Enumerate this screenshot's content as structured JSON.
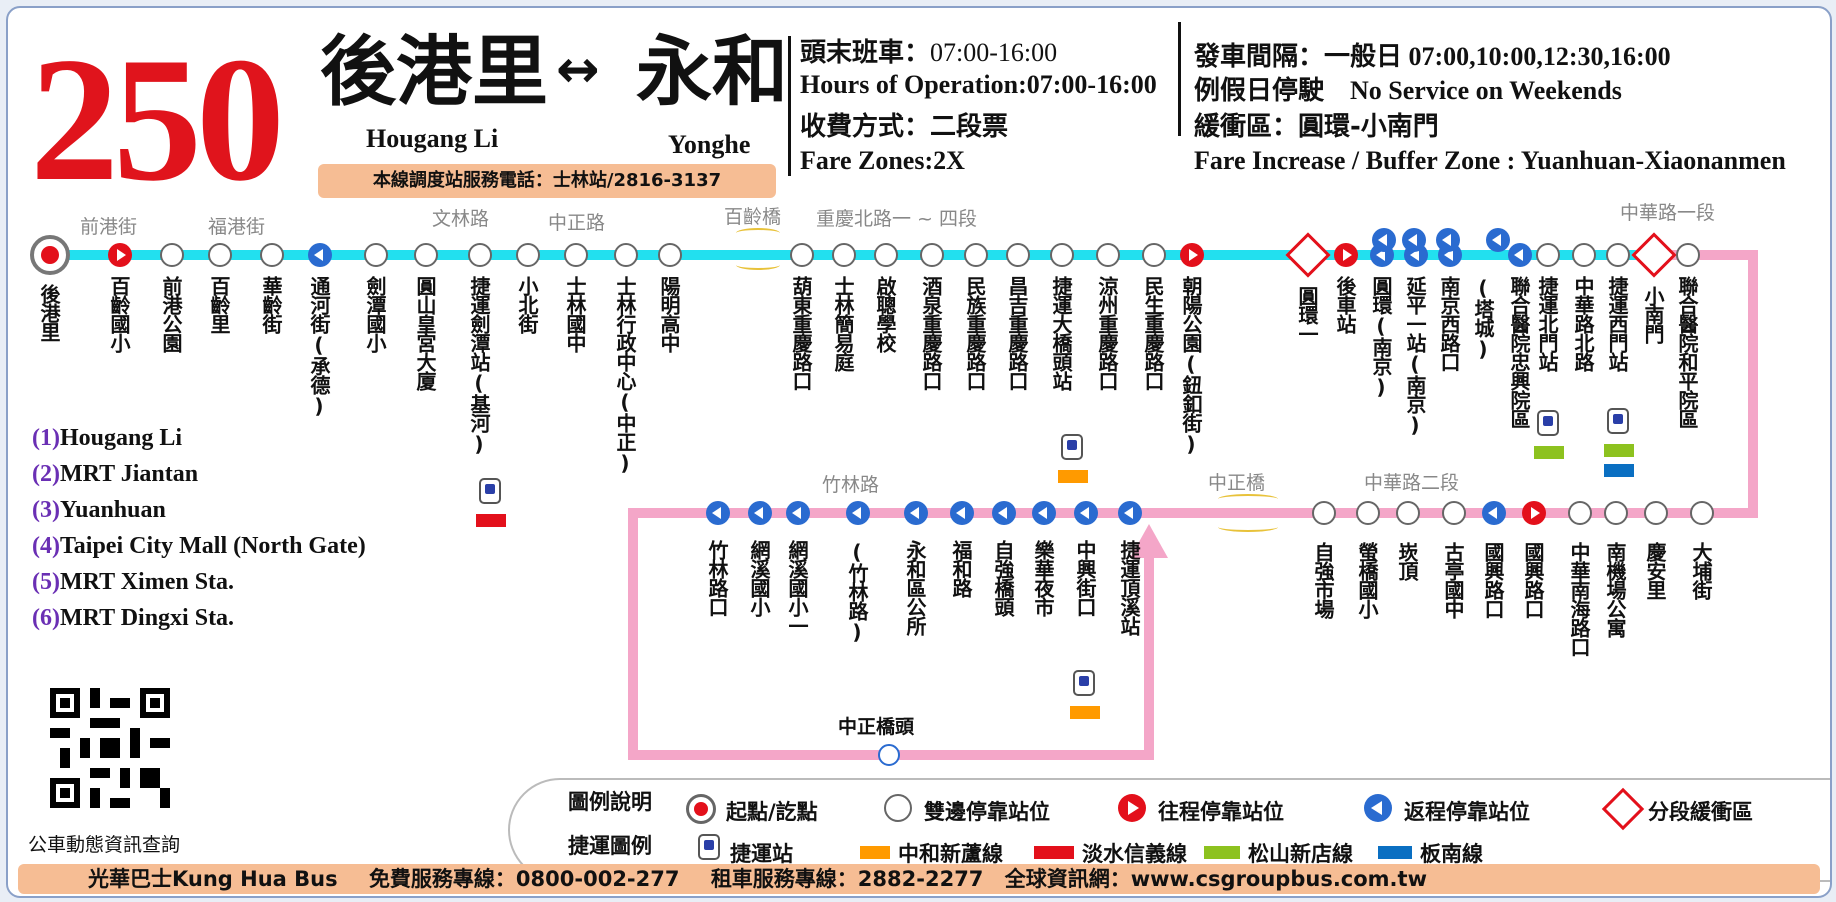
{
  "route": {
    "number": "250",
    "origin_zh": "後港里",
    "destination_zh": "永和",
    "arrow": "↔",
    "origin_en": "Hougang Li",
    "destination_en": "Yonghe",
    "dispatch": "本線調度站服務電話：士林站/2816-3137"
  },
  "info": {
    "first_last_label": "頭末班車：",
    "first_last_value": "07:00-16:00",
    "hours_en": "Hours of Operation:07:00-16:00",
    "fare_label": "收費方式：二段票",
    "fare_en": "Fare Zones:2X",
    "interval_label": "發車間隔：一般日",
    "interval_value": "07:00,10:00,12:30,16:00",
    "weekend_zh": "例假日停駛",
    "weekend_en": "No Service on Weekends",
    "buffer_zh": "緩衝區：圓環-小南門",
    "buffer_en": "Fare Increase / Buffer Zone : Yuanhuan-Xiaonanmen"
  },
  "segments": [
    {
      "id": "s1",
      "text": "前港街"
    },
    {
      "id": "s2",
      "text": "福港街"
    },
    {
      "id": "s3",
      "text": "文林路"
    },
    {
      "id": "s4",
      "text": "中正路"
    },
    {
      "id": "s5",
      "text": "百齡橋"
    },
    {
      "id": "s6",
      "text": "重慶北路一 ~ 四段"
    },
    {
      "id": "s7",
      "text": "中華路一段"
    },
    {
      "id": "s8",
      "text": "竹林路"
    },
    {
      "id": "s9",
      "text": "中正橋"
    },
    {
      "id": "s10",
      "text": "中華路二段"
    },
    {
      "id": "s11",
      "text": "中正橋頭"
    }
  ],
  "top_stops": [
    {
      "name": "後港里",
      "type": "terminal"
    },
    {
      "name": "百齡國小",
      "type": "out"
    },
    {
      "name": "前港公園",
      "type": "both"
    },
    {
      "name": "百齡里",
      "type": "both"
    },
    {
      "name": "華齡街",
      "type": "both"
    },
    {
      "name": "通河街(承德)",
      "type": "ret"
    },
    {
      "name": "劍潭國小",
      "type": "both"
    },
    {
      "name": "圓山皇宮大廈",
      "type": "both"
    },
    {
      "name": "捷運劍潭站(基河)",
      "type": "both"
    },
    {
      "name": "小北街",
      "type": "both"
    },
    {
      "name": "士林國中",
      "type": "both"
    },
    {
      "name": "士林行政中心(中正)",
      "type": "both"
    },
    {
      "name": "陽明高中",
      "type": "both"
    },
    {
      "name": "葫東重慶路口",
      "type": "both"
    },
    {
      "name": "士林簡易庭",
      "type": "both"
    },
    {
      "name": "啟聰學校",
      "type": "both"
    },
    {
      "name": "酒泉重慶路口",
      "type": "both"
    },
    {
      "name": "民族重慶路口",
      "type": "both"
    },
    {
      "name": "昌吉重慶路口",
      "type": "both"
    },
    {
      "name": "捷運大橋頭站",
      "type": "both"
    },
    {
      "name": "涼州重慶路口",
      "type": "both"
    },
    {
      "name": "民生重慶路口",
      "type": "both"
    },
    {
      "name": "朝陽公園(鈕釦街)",
      "type": "out"
    },
    {
      "name": "圓環一",
      "type": "buffer"
    },
    {
      "name": "後車站",
      "type": "out"
    },
    {
      "name": "圓環(南京)",
      "type": "ret"
    },
    {
      "name": "延平一站(南京)",
      "type": "ret"
    },
    {
      "name": "南京西路口",
      "type": "ret"
    },
    {
      "name": "(塔城)",
      "type": "none"
    },
    {
      "name": "聯合醫院忠興院區",
      "type": "ret"
    },
    {
      "name": "捷運北門站",
      "type": "both"
    },
    {
      "name": "中華路北路",
      "type": "both"
    },
    {
      "name": "捷運西門站",
      "type": "both"
    },
    {
      "name": "小南門",
      "type": "buffer"
    },
    {
      "name": "聯合醫院和平院區",
      "type": "both"
    }
  ],
  "bottom_right_stops": [
    {
      "name": "自強市場"
    },
    {
      "name": "螢橋國小"
    },
    {
      "name": "崁頂"
    },
    {
      "name": "古亭國中"
    },
    {
      "name": "國興路口",
      "type": "ret"
    },
    {
      "name": "國興路口",
      "type": "out"
    },
    {
      "name": "中華南海路口"
    },
    {
      "name": "南機場公寓"
    },
    {
      "name": "慶安里"
    },
    {
      "name": "大埔街"
    }
  ],
  "bottom_left_stops": [
    {
      "name": "竹林路口"
    },
    {
      "name": "網溪國小"
    },
    {
      "name": "網溪國小一"
    },
    {
      "name": "(竹林路)"
    },
    {
      "name": "永和區公所"
    },
    {
      "name": "福和路"
    },
    {
      "name": "自強橋頭"
    },
    {
      "name": "樂華夜市"
    },
    {
      "name": "中興街口"
    },
    {
      "name": "捷運頂溪站"
    }
  ],
  "landmarks": [
    {
      "n": "(1)",
      "t": "Hougang Li"
    },
    {
      "n": "(2)",
      "t": "MRT Jiantan"
    },
    {
      "n": "(3)",
      "t": "Yuanhuan"
    },
    {
      "n": "(4)",
      "t": "Taipei City Mall (North Gate)"
    },
    {
      "n": "(5)",
      "t": "MRT Ximen Sta."
    },
    {
      "n": "(6)",
      "t": "MRT Dingxi Sta."
    }
  ],
  "qr_caption": "公車動態資訊查詢",
  "legend": {
    "title": "圖例說明",
    "metro_title": "捷運圖例",
    "terminal": "起點/訖點",
    "both": "雙邊停靠站位",
    "out": "往程停靠站位",
    "ret": "返程停靠站位",
    "buffer": "分段緩衝區",
    "metro": "捷運站",
    "line_orange": "中和新蘆線",
    "line_red": "淡水信義線",
    "line_green": "松山新店線",
    "line_blue": "板南線"
  },
  "footer": {
    "company": "光華巴士Kung Hua Bus",
    "free_line": "免費服務專線：0800-002-277",
    "rent_line": "租車服務專線：2882-2277",
    "web": "全球資訊網：www.csgroupbus.com.tw"
  },
  "colors": {
    "route_red": "#e0141c",
    "outbound_line": "#22e0ef",
    "return_line": "#f4a6c8",
    "metro_orange": "#ff9a00",
    "metro_red": "#e3101b",
    "metro_green": "#8dc21f",
    "metro_blue": "#0a6fc2"
  }
}
